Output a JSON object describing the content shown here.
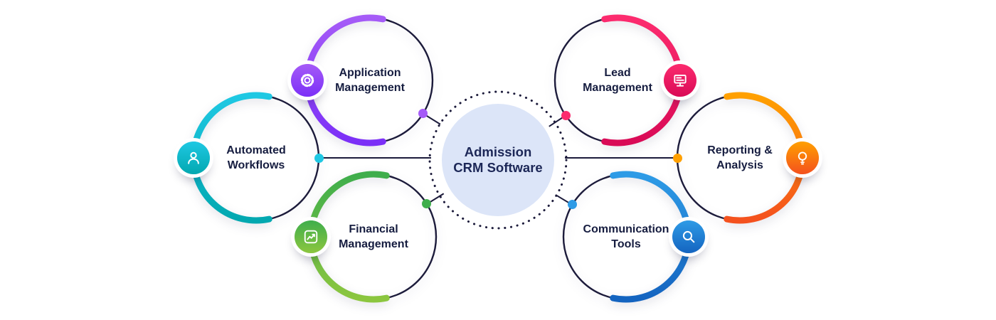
{
  "center": {
    "title": "Admission CRM Software"
  },
  "colors": {
    "outline": "#1c1b3b",
    "center_fill": "#dce5f8",
    "label_text": "#161d40"
  },
  "nodes": [
    {
      "id": "application-management",
      "label": "Application Management",
      "icon": "gear-icon",
      "color1": "#a55bf7",
      "color2": "#7b2ff7"
    },
    {
      "id": "automated-workflows",
      "label": "Automated Workflows",
      "icon": "user-icon",
      "color1": "#1fc8e3",
      "color2": "#02a8b0"
    },
    {
      "id": "financial-management",
      "label": "Financial Management",
      "icon": "line-chart-icon",
      "color1": "#3fae4c",
      "color2": "#8cc63f"
    },
    {
      "id": "lead-management",
      "label": "Lead Management",
      "icon": "monitor-icon",
      "color1": "#fc2b6e",
      "color2": "#d90a56"
    },
    {
      "id": "reporting-analysis",
      "label": "Reporting & Analysis",
      "icon": "bulb-icon",
      "color1": "#ffa000",
      "color2": "#f4511e"
    },
    {
      "id": "communication-tools",
      "label": "Communication Tools",
      "icon": "search-icon",
      "color1": "#2e9be6",
      "color2": "#1464c0"
    }
  ]
}
